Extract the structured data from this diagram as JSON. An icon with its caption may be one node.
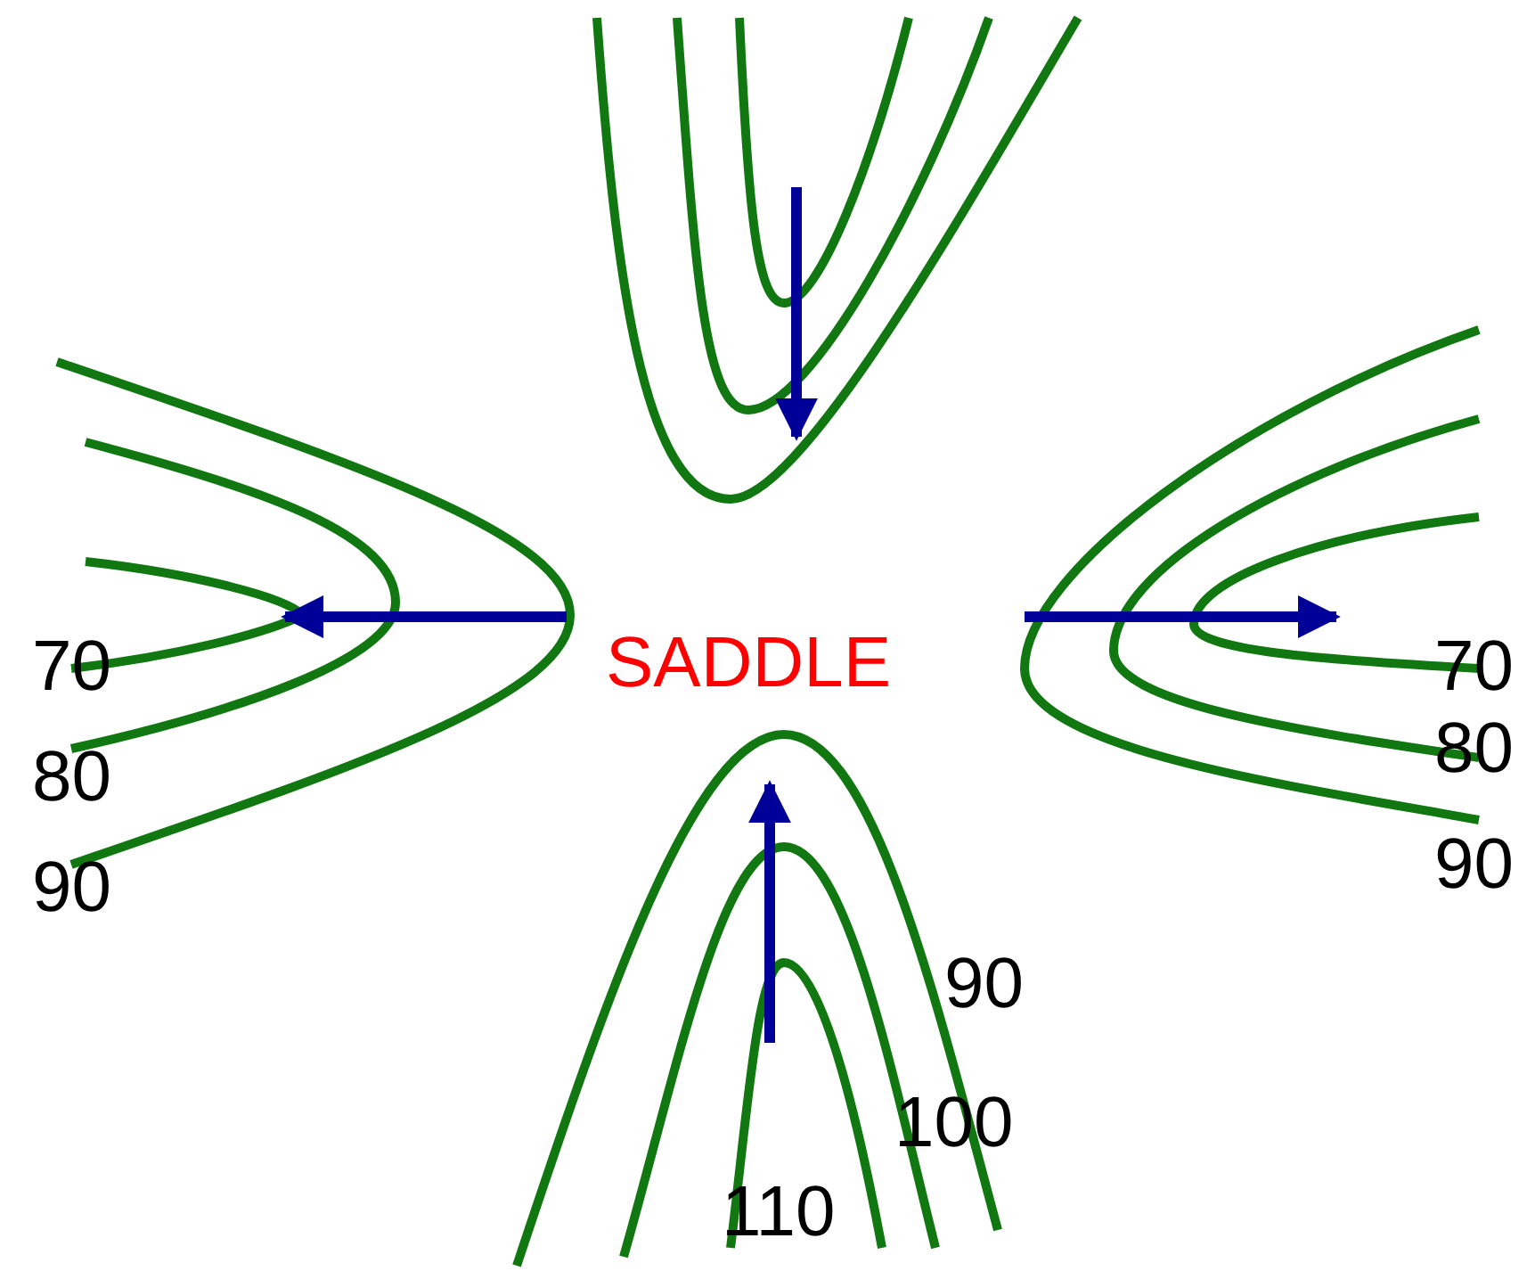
{
  "diagram": {
    "labels": [
      "70",
      "80",
      "90",
      "SADDLE",
      "70",
      "80",
      "90",
      "90",
      "100",
      "110"
    ]
  }
}
